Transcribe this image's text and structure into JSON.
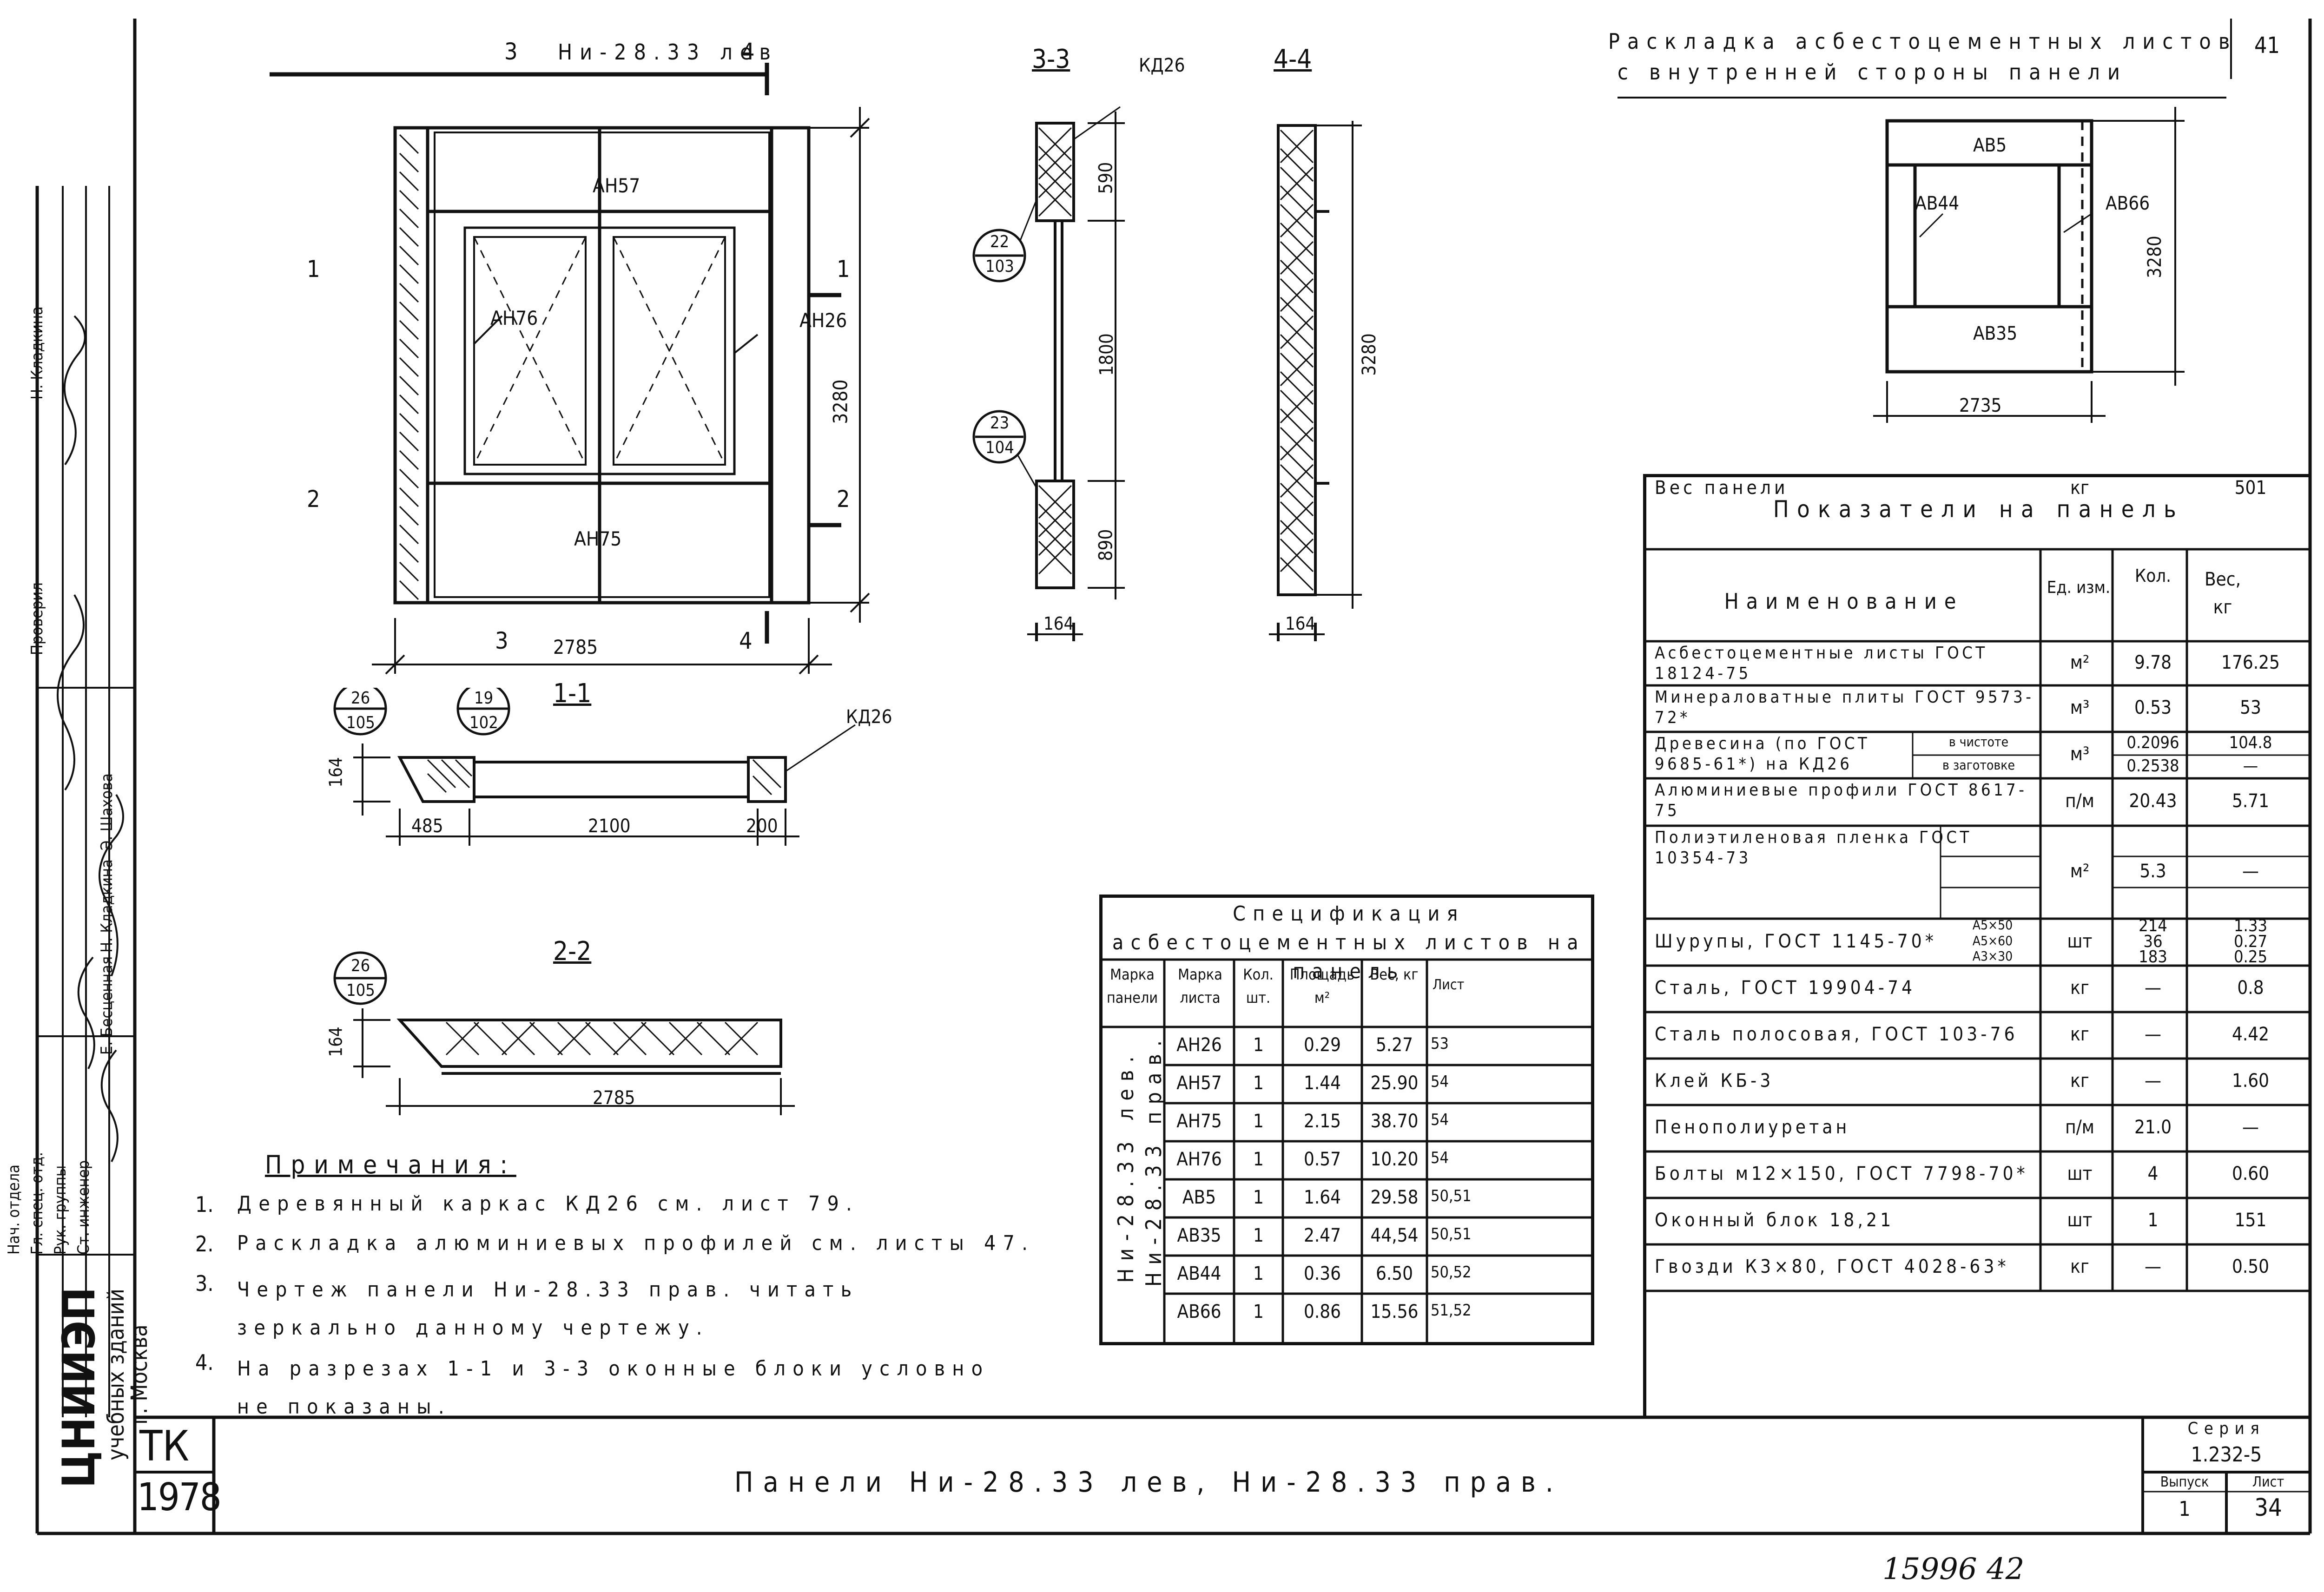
{
  "sheet": {
    "number": "41",
    "layout_title_line1": "Раскладка асбестоцементных листов",
    "layout_title_line2": "с внутренней стороны панели",
    "main_title": "Панели Ни-28.33 лев, Ни-28.33 прав.",
    "series_label": "Серия",
    "series_value": "1.232-5",
    "issue_label": "Выпуск",
    "issue_value": "1",
    "sheet_label": "Лист",
    "sheet_value": "34",
    "tk": "ТК",
    "year": "1978",
    "footer_number": "15996 42"
  },
  "org": {
    "line1": "ЦНИИЭП",
    "line2": "учебных зданий",
    "line3": "г. Москва"
  },
  "signatures": {
    "roles": [
      "Нач. отдела",
      "Гл. спец. отд.",
      "Рук. группы",
      "Ст. инженер"
    ],
    "names": [
      "Э. Шахова",
      "Н. Кладкина",
      "Е. Бесценная"
    ],
    "vertical_roles": [
      "Проверил",
      "Н. Кладкина"
    ]
  },
  "drawing": {
    "elevation_label": "Ни-28.33 лев",
    "panels": [
      "АН57",
      "АН76",
      "АН26",
      "АН75"
    ],
    "dims": {
      "height": "3280",
      "width": "2785"
    },
    "section_marks": [
      "1",
      "2",
      "3",
      "4"
    ],
    "section_3_3": {
      "title": "3-3",
      "kd": "КД26",
      "dims": [
        "590",
        "1800",
        "890",
        "164"
      ],
      "refs": [
        [
          "22",
          "103"
        ],
        [
          "23",
          "104"
        ]
      ]
    },
    "section_4_4": {
      "title": "4-4",
      "dims": [
        "3280",
        "164"
      ]
    },
    "section_1_1": {
      "title": "1-1",
      "kd": "КД26",
      "dims": [
        "164",
        "485",
        "2100",
        "200"
      ],
      "refs": [
        [
          "26",
          "105"
        ],
        [
          "19",
          "102"
        ]
      ]
    },
    "section_2_2": {
      "title": "2-2",
      "dims": [
        "164",
        "2785"
      ],
      "refs": [
        [
          "26",
          "105"
        ]
      ]
    },
    "layout": {
      "sheets": [
        "АВ5",
        "АВ44",
        "АВ66",
        "АВ35"
      ],
      "dims": {
        "height": "3280",
        "width": "2735"
      }
    }
  },
  "notes": {
    "title": "Примечания:",
    "items": [
      "Деревянный каркас КД26 см. лист 79.",
      "Раскладка алюминиевых профилей см. листы 47.",
      "Чертеж панели Ни-28.33 прав. читать зеркально данному чертежу.",
      "На разрезах 1-1 и 3-3 оконные блоки условно не показаны."
    ]
  },
  "spec": {
    "title": "Спецификация асбестоцементных листов на панель",
    "headers": [
      "Марка панели",
      "Марка листа",
      "Кол. шт.",
      "Площадь м²",
      "Вес, кг",
      "Лист"
    ],
    "panel_marks": [
      "Ни-28.33 лев.",
      "Ни-28.33 прав."
    ],
    "rows": [
      [
        "АН26",
        "1",
        "0.29",
        "5.27",
        "53"
      ],
      [
        "АН57",
        "1",
        "1.44",
        "25.90",
        "54"
      ],
      [
        "АН75",
        "1",
        "2.15",
        "38.70",
        "54"
      ],
      [
        "АН76",
        "1",
        "0.57",
        "10.20",
        "54"
      ],
      [
        "АВ5",
        "1",
        "1.64",
        "29.58",
        "50,51"
      ],
      [
        "АВ35",
        "1",
        "2.47",
        "44,54",
        "50,51"
      ],
      [
        "АВ44",
        "1",
        "0.36",
        "6.50",
        "50,52"
      ],
      [
        "АВ66",
        "1",
        "0.86",
        "15.56",
        "51,52"
      ]
    ]
  },
  "indicators": {
    "title": "Показатели на панель",
    "headers": [
      "Наименование",
      "Ед. изм.",
      "Кол.",
      "Вес, кг"
    ],
    "rows": [
      {
        "name": "Асбестоцементные листы ГОСТ 18124-75",
        "unit": "м²",
        "qty": "9.78",
        "weight": "176.25"
      },
      {
        "name": "Минераловатные плиты ГОСТ 9573-72*",
        "unit": "м³",
        "qty": "0.53",
        "weight": "53"
      },
      {
        "name": "Древесина (по ГОСТ 9685-61*) на КД26",
        "sub": [
          "в чистоте",
          "в заготовке"
        ],
        "unit": "м³",
        "qty": [
          "0.2096",
          "0.2538"
        ],
        "weight": [
          "104.8",
          "—"
        ]
      },
      {
        "name": "Алюминиевые профили ГОСТ 8617-75",
        "unit": "п/м",
        "qty": "20.43",
        "weight": "5.71"
      },
      {
        "name": "Полиэтиленовая пленка ГОСТ 10354-73",
        "unit": "м²",
        "qty": "5.3",
        "weight": "—"
      },
      {
        "name": "Шурупы, ГОСТ 1145-70*",
        "sub": [
          "А5×50",
          "А5×60",
          "А3×30"
        ],
        "unit": "шт",
        "qty": [
          "214",
          "36",
          "183"
        ],
        "weight": [
          "1.33",
          "0.27",
          "0.25"
        ]
      },
      {
        "name": "Сталь, ГОСТ 19904-74",
        "unit": "кг",
        "qty": "—",
        "weight": "0.8"
      },
      {
        "name": "Сталь полосовая, ГОСТ 103-76",
        "unit": "кг",
        "qty": "—",
        "weight": "4.42"
      },
      {
        "name": "Клей КБ-3",
        "unit": "кг",
        "qty": "—",
        "weight": "1.60"
      },
      {
        "name": "Пенополиуретан",
        "unit": "п/м",
        "qty": "21.0",
        "weight": "—"
      },
      {
        "name": "Болты м12×150, ГОСТ 7798-70*",
        "unit": "шт",
        "qty": "4",
        "weight": "0.60"
      },
      {
        "name": "Оконный блок 18,21",
        "unit": "шт",
        "qty": "1",
        "weight": "151"
      },
      {
        "name": "Гвозди К3×80, ГОСТ 4028-63*",
        "unit": "кг",
        "qty": "—",
        "weight": "0.50"
      },
      {
        "name": "Вес панели",
        "unit": "кг",
        "qty": "",
        "weight": "501"
      }
    ]
  }
}
